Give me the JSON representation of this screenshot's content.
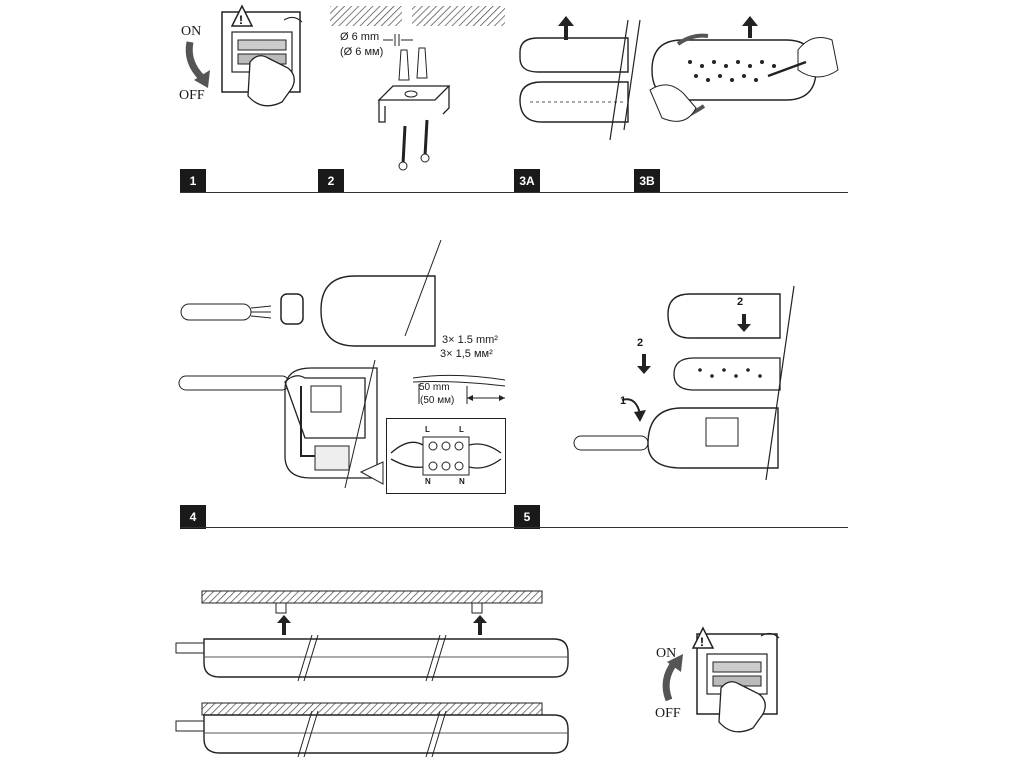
{
  "switch_top": {
    "on": "ON",
    "off": "OFF"
  },
  "switch_bottom": {
    "on": "ON",
    "off": "OFF"
  },
  "drill": {
    "size": "Ø 6 mm",
    "size_ru": "(Ø 6 мм)"
  },
  "cable": {
    "spec": "3× 1.5 mm²",
    "spec_ru": "3× 1,5 мм²",
    "strip": "50 mm",
    "strip_ru": "(50 мм)"
  },
  "terminal": {
    "l_left": "L",
    "l_right": "L",
    "n_left": "N",
    "n_right": "N"
  },
  "step5": {
    "n1": "1",
    "n2a": "2",
    "n2b": "2"
  },
  "steps": [
    {
      "label": "1"
    },
    {
      "label": "2"
    },
    {
      "label": "3A"
    },
    {
      "label": "3B"
    },
    {
      "label": "4"
    },
    {
      "label": "5"
    }
  ]
}
